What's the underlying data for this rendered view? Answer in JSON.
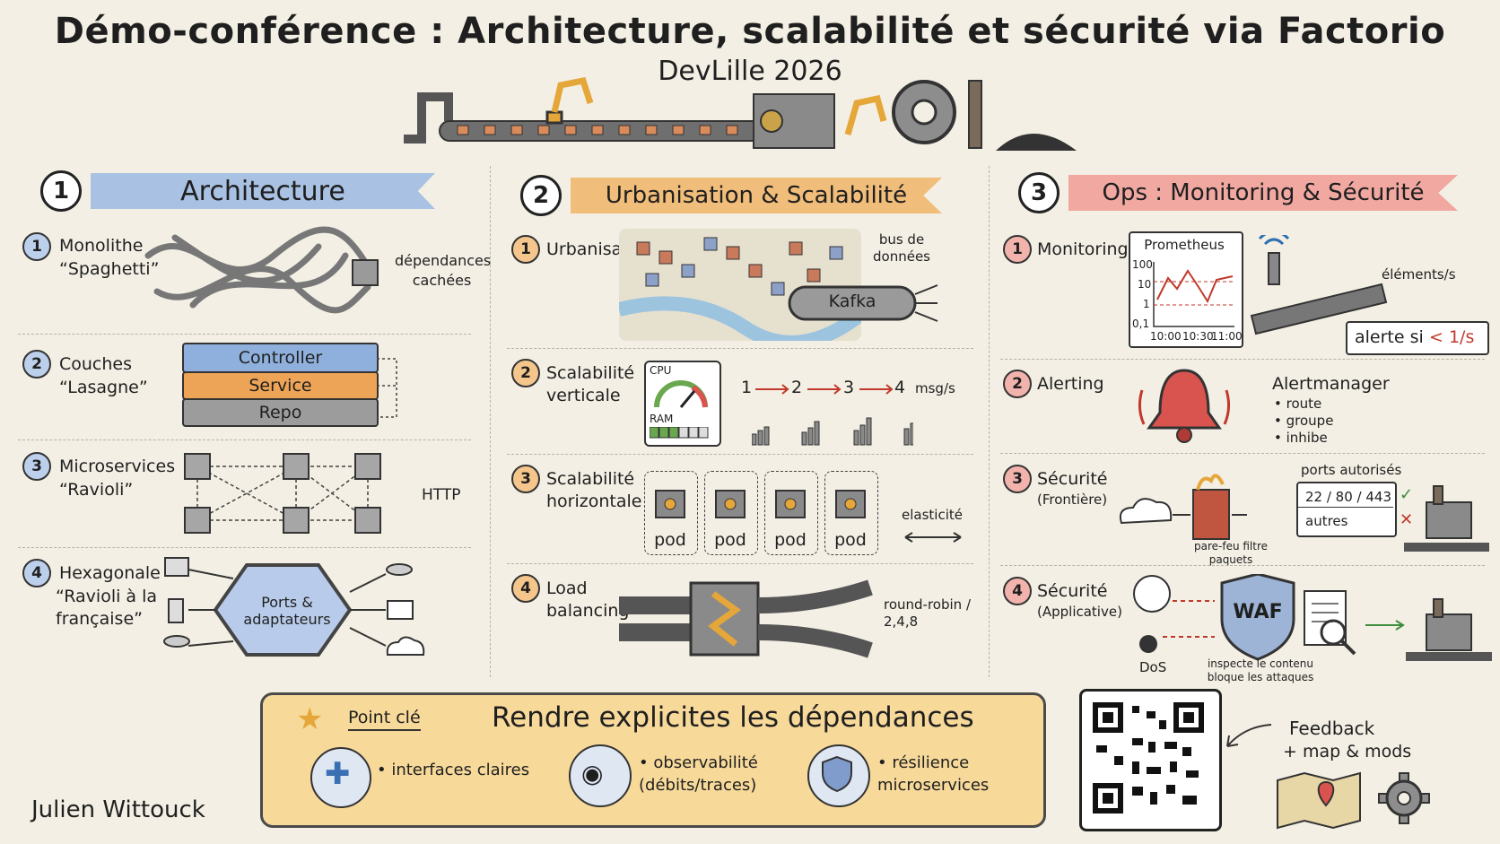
{
  "title": "Démo-conférence : Architecture, scalabilité et sécurité via Factorio",
  "subtitle": "DevLille 2026",
  "sections": [
    {
      "number": "1",
      "title": "Architecture",
      "items": [
        {
          "number": "1",
          "label": "Monolithe",
          "sublabel": "“Spaghetti”",
          "note": "dépendances cachées"
        },
        {
          "number": "2",
          "label": "Couches",
          "sublabel": "“Lasagne”",
          "layers": [
            "Controller",
            "Service",
            "Repo"
          ]
        },
        {
          "number": "3",
          "label": "Microservices",
          "sublabel": "“Ravioli”",
          "note": "HTTP"
        },
        {
          "number": "4",
          "label": "Hexagonale",
          "sublabel": "“Ravioli à la française”",
          "center": "Ports & adaptateurs"
        }
      ]
    },
    {
      "number": "2",
      "title": "Urbanisation & Scalabilité",
      "items": [
        {
          "number": "1",
          "label": "Urbanisation SI",
          "note": "bus de données",
          "tube": "Kafka"
        },
        {
          "number": "2",
          "label": "Scalabilité verticale",
          "cpu": "CPU",
          "ram": "RAM",
          "sequence": [
            "1",
            "2",
            "3",
            "4"
          ],
          "unit": "msg/s"
        },
        {
          "number": "3",
          "label": "Scalabilité horizontale",
          "pods": [
            "pod",
            "pod",
            "pod",
            "pod"
          ],
          "note": "elasticité"
        },
        {
          "number": "4",
          "label": "Load balancing",
          "note": "round-robin / 2,4,8"
        }
      ]
    },
    {
      "number": "3",
      "title": "Ops : Monitoring & Sécurité",
      "items": [
        {
          "number": "1",
          "label": "Monitoring",
          "chart_title": "Prometheus",
          "y_ticks": [
            "100",
            "10",
            "1",
            "0,1"
          ],
          "x_ticks": [
            "10:00",
            "10:30",
            "11:00"
          ],
          "unit": "éléments/s",
          "alert_prefix": "alerte si",
          "alert_value": "< 1/s"
        },
        {
          "number": "2",
          "label": "Alerting",
          "tool": "Alertmanager",
          "bullets": [
            "route",
            "groupe",
            "inhibe"
          ]
        },
        {
          "number": "3",
          "label": "Sécurité",
          "sublabel": "(Frontière)",
          "ports_title": "ports autorisés",
          "ports_allowed": "22 / 80 / 443",
          "ports_other": "autres",
          "firewall": "pare-feu filtre paquets"
        },
        {
          "number": "4",
          "label": "Sécurité",
          "sublabel": "(Applicative)",
          "attack": "DoS",
          "shield": "WAF",
          "waf_note": "inspecte le contenu bloque les attaques"
        }
      ]
    }
  ],
  "key_point": {
    "tag": "Point clé",
    "title": "Rendre explicites les dépendances",
    "items": [
      "• interfaces claires",
      "• observabilité (débits/traces)",
      "• résilience microservices"
    ]
  },
  "feedback": {
    "label": "Feedback",
    "sub": "+ map & mods"
  },
  "author": "Julien Wittouck",
  "colors": {
    "blue": "#a9c2e3",
    "orange": "#f1bd7a",
    "red": "#f0a8a1",
    "keybox": "#f7d99a"
  }
}
